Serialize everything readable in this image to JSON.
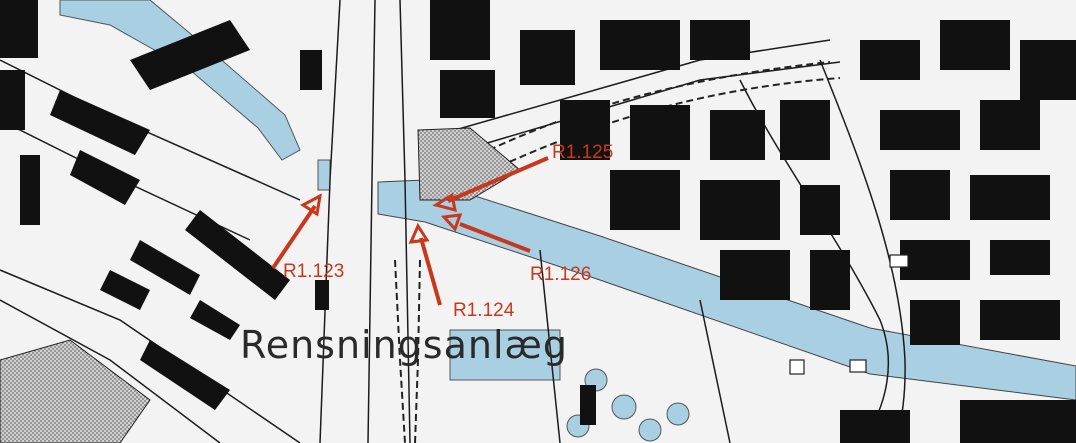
{
  "map": {
    "place_label": "Rensningsanlæg",
    "colors": {
      "building": "#111111",
      "water": "#a9cfe3",
      "road": "#ffffff",
      "ground": "#f3f3f3",
      "hatched": "#9c9c9c",
      "marker": "#c8381c"
    },
    "markers": [
      {
        "id": "R1.123",
        "label": "R1.123"
      },
      {
        "id": "R1.124",
        "label": "R1.124"
      },
      {
        "id": "R1.125",
        "label": "R1.125"
      },
      {
        "id": "R1.126",
        "label": "R1.126"
      }
    ]
  }
}
